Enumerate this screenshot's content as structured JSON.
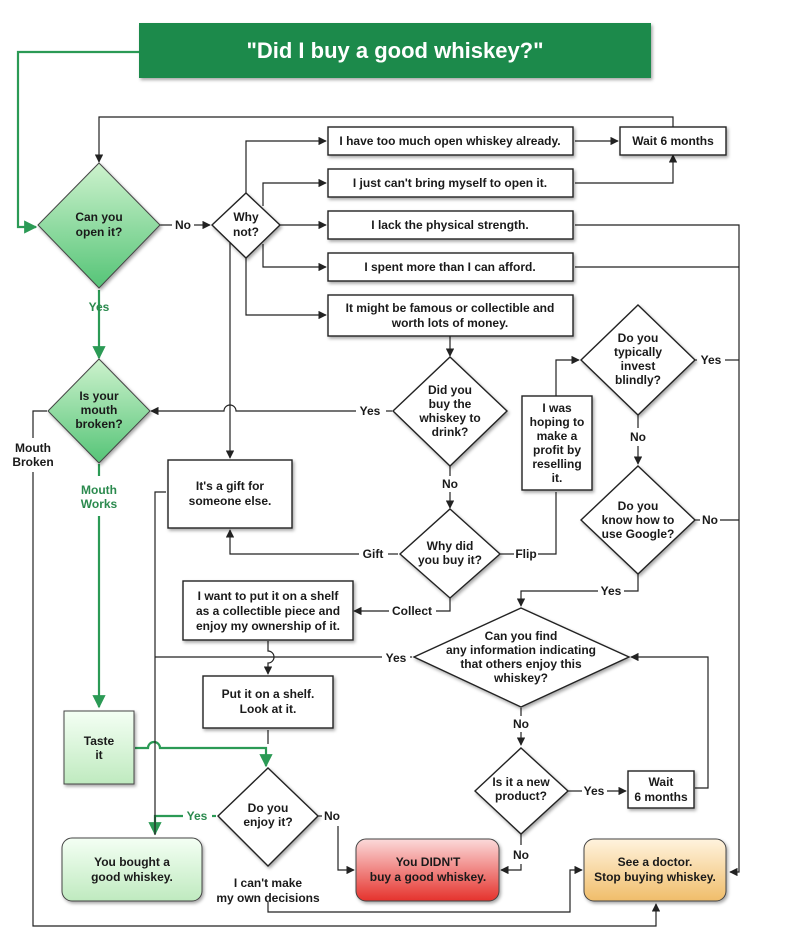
{
  "title": "\"Did I buy a good whiskey?\"",
  "colors": {
    "title_bg": "#1f8a4c",
    "green_line": "#2b9a55",
    "green_label": "#2b8a4e",
    "good_box": "#d9f5d9",
    "bad_box": "#e8403a",
    "doctor_box": "#f3c77a"
  },
  "nodes": {
    "can_open": [
      "Can you",
      "open it?"
    ],
    "why_not": [
      "Why",
      "not?"
    ],
    "mouth_broken_q": [
      "Is your",
      "mouth",
      "broken?"
    ],
    "too_much": [
      "I have too much open whiskey already."
    ],
    "cant_bring": [
      "I just can't bring myself to open it."
    ],
    "lack_strength": [
      "I lack the physical strength."
    ],
    "spent_more": [
      "I spent more than I can afford."
    ],
    "famous": [
      "It might be famous or collectible and",
      "worth lots of money."
    ],
    "wait1": [
      "Wait 6 months"
    ],
    "buy_to_drink": [
      "Did you",
      "buy the",
      "whiskey to",
      "drink?"
    ],
    "gift": [
      "It's a gift for",
      "someone else."
    ],
    "why_buy": [
      "Why did",
      "you buy it?"
    ],
    "hoping_profit": [
      "I was",
      "hoping to",
      "make a",
      "profit by",
      "reselling",
      "it."
    ],
    "invest_blindly": [
      "Do you",
      "typically",
      "invest",
      "blindly?"
    ],
    "google": [
      "Do you",
      "know how to",
      "use Google?"
    ],
    "shelf_collect": [
      "I want to put it on a shelf",
      "as a collectible piece and",
      "enjoy my ownership of it."
    ],
    "find_info": [
      "Can you find",
      "any information indicating",
      "that others enjoy this",
      "whiskey?"
    ],
    "put_shelf": [
      "Put it on a shelf.",
      "Look at it."
    ],
    "taste": [
      "Taste",
      "it"
    ],
    "enjoy": [
      "Do you",
      "enjoy it?"
    ],
    "new_product": [
      "Is it a new",
      "product?"
    ],
    "wait2": [
      "Wait",
      "6 months"
    ],
    "good": [
      "You bought a",
      "good whiskey."
    ],
    "didnt": [
      "You DIDN'T",
      "buy a good whiskey."
    ],
    "doctor": [
      "See a doctor.",
      "Stop buying whiskey."
    ],
    "cant_decide": [
      "I can't make",
      "my own decisions"
    ]
  },
  "labels": {
    "no": "No",
    "yes": "Yes",
    "mouth_broken": [
      "Mouth",
      "Broken"
    ],
    "mouth_works": [
      "Mouth",
      "Works"
    ],
    "gift": "Gift",
    "flip": "Flip",
    "collect": "Collect"
  }
}
